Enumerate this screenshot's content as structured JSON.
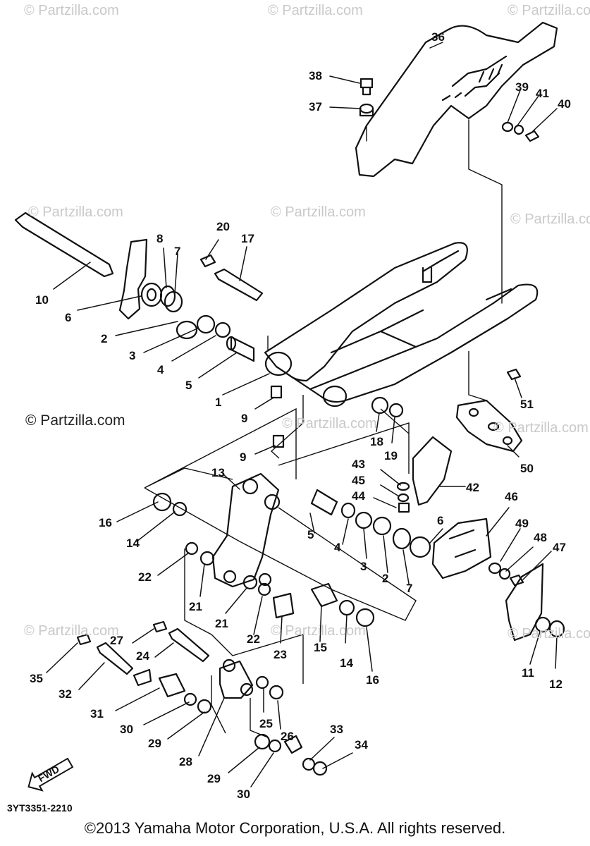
{
  "watermarks": [
    "© Partzilla.com"
  ],
  "site_credit": "© Partzilla.com",
  "diagram_code": "3YT3351-2210",
  "copyright": "©2013  Yamaha Motor Corporation, U.S.A. All rights reserved.",
  "direction_label": "FWD",
  "callouts": [
    "1",
    "2",
    "3",
    "4",
    "5",
    "6",
    "7",
    "8",
    "9",
    "10",
    "11",
    "12",
    "13",
    "14",
    "15",
    "16",
    "17",
    "18",
    "19",
    "20",
    "21",
    "22",
    "23",
    "24",
    "25",
    "26",
    "27",
    "28",
    "29",
    "30",
    "31",
    "32",
    "33",
    "34",
    "35",
    "36",
    "37",
    "38",
    "39",
    "40",
    "41",
    "42",
    "43",
    "44",
    "45",
    "46",
    "47",
    "48",
    "49",
    "50",
    "51"
  ]
}
